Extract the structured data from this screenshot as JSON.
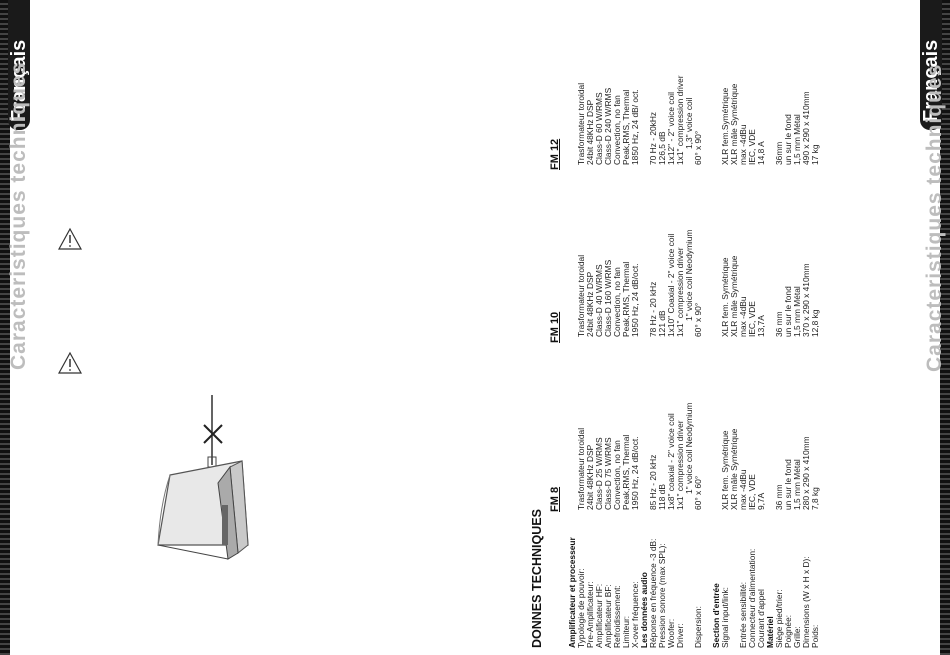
{
  "page": {
    "language_tab": "Français",
    "section_title": "Caracteristiques techniques",
    "title": "DONNES TECHNIQUES"
  },
  "models": [
    "FM 8",
    "FM 10",
    "FM 12"
  ],
  "labels": [
    {
      "text": "Amplificateur et processeur",
      "bold": true
    },
    {
      "text": "Typologie de pouvoir:"
    },
    {
      "text": "Pre-Amplificateur:"
    },
    {
      "text": "Amplificateur HF:"
    },
    {
      "text": "Amplificateur BF:"
    },
    {
      "text": "Refroidissement:"
    },
    {
      "text": "Limiteur:"
    },
    {
      "text": "X-over fréquence:"
    },
    {
      "text": "Les données audio",
      "bold": true
    },
    {
      "text": "Réponse en fréquence -3 dB:"
    },
    {
      "text": "Pression sonore (max SPL):"
    },
    {
      "text": "Woofer:"
    },
    {
      "text": "Driver:"
    },
    {
      "text": ""
    },
    {
      "text": "Dispersion:"
    },
    {
      "text": ""
    },
    {
      "text": "Section d'entrée",
      "bold": true
    },
    {
      "text": "Signal input/link:"
    },
    {
      "text": ""
    },
    {
      "text": "Entrée sensibilité:"
    },
    {
      "text": "Connecteur d'alimentation:"
    },
    {
      "text": "Courant d'appel"
    },
    {
      "text": "Matériel",
      "bold": true
    },
    {
      "text": "Siège pied/trier:"
    },
    {
      "text": "Poignée:"
    },
    {
      "text": "Grille:"
    },
    {
      "text": "Dimensions (W x H x D):"
    },
    {
      "text": "Poids:"
    }
  ],
  "specs": [
    [
      "",
      "Trasformateur toroidal",
      "24bit 48KHz DSP",
      "Class-D 25 W/RMS",
      "Class-D 75 W/RMS",
      "Convection, no fan",
      "Peak,RMS, Thermal",
      "1950 Hz, 24 dB/oct.",
      "",
      "85 Hz - 20 kHz",
      "118 dB",
      "1x8\" coaxial - 2\" voice coil",
      "1x1\" compression driver",
      "1\" voice coil Neodymium",
      "60° x 60°",
      "",
      "",
      "XLR fem. Symétrique",
      "XLR mâle Symétrique",
      "max -4dBu",
      "IEC, VDE",
      "9,7A",
      "",
      "36 mm",
      "un sur le fond",
      "1,5 mm Métal",
      "280 x 290 x 410mm",
      "7,8 kg"
    ],
    [
      "",
      "Trasformateur toroidal",
      "24bit 48KHz DSP",
      "Class-D 40 W/RMS",
      "Class-D 160 W/RMS",
      "Convection, no fan",
      "Peak,RMS, Thermal",
      "1950 Hz, 24 dB/oct.",
      "",
      "78 Hz - 20 kHz",
      "121 dB",
      "1x10\" Coaxial - 2\" voice coil",
      "1x1\" compression driver",
      "1\" voice coil Neodymium",
      "60° x 90°",
      "",
      "",
      "XLR fem. Symétrique",
      "XLR mâle Symétrique",
      "max -4dBu",
      "IEC, VDE",
      "13,7A",
      "",
      "36 mm",
      "un sur le fond",
      "1,5 mm Métal",
      "370 x 290 x 410mm",
      "12,8 kg"
    ],
    [
      "",
      "Trasformateur toroidal",
      "24bit 48KHz DSP",
      "Class-D 60 W/RMS",
      "Class-D 240 W/RMS",
      "Convection, no fan",
      "Peak,RMS, Thermal",
      "1850 Hz, 24 dB/ oct.",
      "",
      "70 Hz - 20kHz",
      "126,5 dB",
      "1x12\" - 2\" voice coil",
      "1x1\" compression driver",
      "1,3\" voice coil",
      "60° x 90°",
      "",
      "",
      "XLR fem.Symétrique",
      "XLR mâle Symétrique",
      "max -4dBu",
      "IEC, VDE",
      "14,8 A",
      "",
      "36mm",
      "un sur le fond",
      "1,5 mm Métal",
      "490 x 290 x 410mm",
      "17 kg"
    ]
  ]
}
